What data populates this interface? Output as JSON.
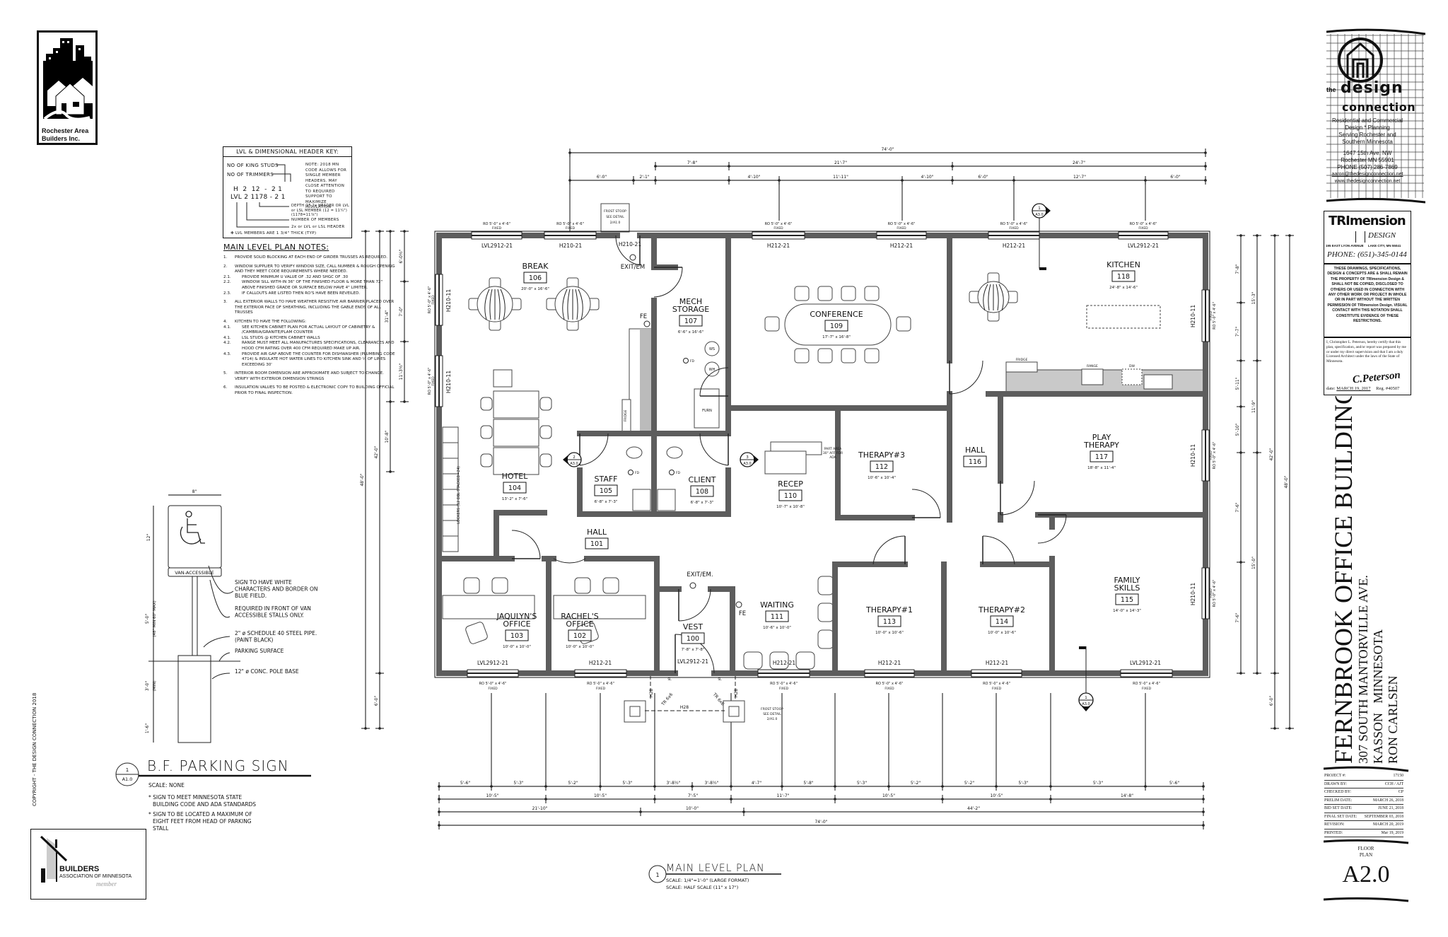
{
  "logos": {
    "rochester": "Rochester Area Builders Inc.",
    "builders_assoc": {
      "line1": "BUILDERS",
      "line2": "ASSOCIATION OF MINNESOTA",
      "line3": "member"
    },
    "copyright": "COPYRIGHT - THE DESIGN CONNECTION 2018"
  },
  "header_key": {
    "title": "LVL & DIMENSIONAL HEADER KEY:",
    "king_studs": "NO OF KING STUDS",
    "trimmers": "NO OF TRIMMERS",
    "example_h": "H  2  12  -  2 1",
    "example_lvl": "LVL 2 1178 - 2 1",
    "note": "NOTE: 2018 MN CODE ALLOWS FOR SINGLE MEMBER HEADERS. MAY CLOSE ATTENTION TO REQUIRED SUPPORT TO MAXIMIZE INSULATION",
    "depth": "DEPTH OF 2x HEADER OR LVL or LSL MEMBER (12 = 11¼\") (1178=11⅞\")",
    "members": "NUMBER OF MEMBERS",
    "type": "2x or LVL or LSL HEADER",
    "lvl_note": "✻ LVL MEMBERS ARE 1 3/4\" THICK (TYP)"
  },
  "plan_notes": {
    "title": "MAIN LEVEL PLAN NOTES:",
    "items": [
      {
        "n": "1.",
        "text": "PROVIDE SOLID BLOCKING AT EACH END OF GIRDER TRUSSES AS REQUIRED."
      },
      {
        "n": "2.",
        "text": "WINDOW SUPPLIER TO VERIFY WINDOW SIZE, CALL NUMBER & ROUGH OPENING AND THEY MEET CODE REQUIREMENTS WHERE NEEDED."
      },
      {
        "n": "2.1.",
        "text": "PROVIDE MINIMUM U VALUE OF .32 AND SHGC OF .30"
      },
      {
        "n": "2.2.",
        "text": "WINDOW SILL WITH-IN 36\" OF THE FINISHED FLOOR & MORE THAN 72\" ABOVE FINISHED GRADE OR SURFACE BELOW HAVE 4\" LIMITER."
      },
      {
        "n": "2.3.",
        "text": "IF CALLOUTS ARE LISTED THEN RO'S HAVE BEEN REVEILED."
      },
      {
        "n": "3.",
        "text": "ALL EXTERIOR WALLS TO HAVE WEATHER RESISTIVE AIR BARRIER PLACED OVER THE EXTERIOR FACE OF SHEATHING, INCLUDING THE GABLE ENDS OF ALL TRUSSES"
      },
      {
        "n": "4.",
        "text": "KITCHEN TO HAVE THE FOLLOWING:"
      },
      {
        "n": "4.1.",
        "text": "SEE KITCHEN CABINET PLAN FOR ACTUAL LAYOUT OF CABINETRY & /CAMBRIA/GRANITE/PLAM COUNTER"
      },
      {
        "n": "4.1.",
        "text": "LSL STUDS @ KITCHEN CABINET WALLS"
      },
      {
        "n": "4.2.",
        "text": "RANGE MUST MEET ALL MANUFACTURES SPECIFICATIONS, CLEARANCES AND HOOD CFM RATING OVER 400 CFM REQUIRED MAKE UP AIR."
      },
      {
        "n": "4.3.",
        "text": "PROVIDE AIR GAP ABOVE THE COUNTER FOR DISHWASHER (PLUMBING CODE 4714) & INSULATE HOT WATER LINES TO KITCHEN SINK AND ½ OF LINES EXCEEDING 30'"
      },
      {
        "n": "5.",
        "text": "INTERIOR ROOM DIMENSION ARE APPROXIMATE AND SUBJECT TO CHANGE. VERIFY WITH EXTERIOR DIMENSION STRINGS"
      },
      {
        "n": "6.",
        "text": "INSULATION VALUES TO BE POSTED & ELECTRONIC COPY TO BUILDING OFFICIAL PRIOR TO FINAL INSPECTION."
      }
    ]
  },
  "parking_sign": {
    "width_dim": "8\"",
    "sign_height_dim": "12\"",
    "pole_dim": "5'-0\"",
    "pole_dim_note": "(48\" MIN 60\" MAX)",
    "embed_dim": "3'-0\"",
    "embed_note": "(MIN)",
    "base_dim": "1'-6\"",
    "plaque": "VAN-ACCESSIBLE",
    "callouts": [
      "SIGN TO HAVE WHITE CHARACTERS AND BORDER ON BLUE FIELD.",
      "REQUIRED IN FRONT OF VAN ACCESSIBLE STALLS ONLY.",
      "2\" ø SCHEDULE 40 STEEL PIPE. (PAINT BLACK)",
      "PARKING SURFACE",
      "12\" ø CONC. POLE BASE"
    ],
    "title": "B.F. PARKING SIGN",
    "detail_num": "1",
    "detail_sheet": "A1.0",
    "scale": "SCALE: NONE",
    "notes": [
      "SIGN TO MEET MINNESOTA STATE BUILDING CODE AND ADA STANDARDS",
      "SIGN TO BE LOCATED A MAXIMUM OF EIGHT FEET FROM HEAD OF PARKING STALL"
    ]
  },
  "plan": {
    "title": "MAIN LEVEL PLAN",
    "detail_num": "1",
    "scale1": "SCALE:  1/4\"=1'-0\" (LARGE FORMAT)",
    "scale2": "SCALE:  HALF SCALE (11\" x 17\")",
    "rooms": [
      {
        "lines": [
          "BREAK"
        ],
        "num": "106",
        "size": "20'-0\" x 16'-6\""
      },
      {
        "lines": [
          "MECH",
          "STORAGE"
        ],
        "num": "107",
        "size": "6'-6\" x 16'-6\""
      },
      {
        "lines": [
          "HOTEL"
        ],
        "num": "104",
        "size": "13'-2\" x 7'-6\""
      },
      {
        "lines": [
          "STAFF"
        ],
        "num": "105",
        "size": "6'-8\" x 7'-3\""
      },
      {
        "lines": [
          "CLIENT"
        ],
        "num": "108",
        "size": "6'-8\" x 7'-3\""
      },
      {
        "lines": [
          "CONFERENCE"
        ],
        "num": "109",
        "size": "17'-7\" x 16'-8\""
      },
      {
        "lines": [
          "KITCHEN"
        ],
        "num": "118",
        "size": "24'-8\" x 14'-6\""
      },
      {
        "lines": [
          "RECEP"
        ],
        "num": "110",
        "size": "10'-7\" x 10'-8\""
      },
      {
        "lines": [
          "THERAPY#3"
        ],
        "num": "112",
        "size": "10'-6\" x 10'-4\""
      },
      {
        "lines": [
          "HALL"
        ],
        "num": "116",
        "size": ""
      },
      {
        "lines": [
          "PLAY",
          "THERAPY"
        ],
        "num": "117",
        "size": "18'-8\" x 11'-4\""
      },
      {
        "lines": [
          "HALL"
        ],
        "num": "101",
        "size": ""
      },
      {
        "lines": [
          "JAQULYN'S",
          "OFFICE"
        ],
        "num": "103",
        "size": "10'-0\" x 10'-0\""
      },
      {
        "lines": [
          "RACHEL'S",
          "OFFICE"
        ],
        "num": "102",
        "size": "10'-0\" x 10'-0\""
      },
      {
        "lines": [
          "VEST"
        ],
        "num": "100",
        "size": "7'-8\" x 7'-8\""
      },
      {
        "lines": [
          "WAITING"
        ],
        "num": "111",
        "size": "10'-6\" x 10'-0\""
      },
      {
        "lines": [
          "THERAPY#1"
        ],
        "num": "113",
        "size": "10'-0\" x 10'-6\""
      },
      {
        "lines": [
          "THERAPY#2"
        ],
        "num": "114",
        "size": "10'-0\" x 10'-6\""
      },
      {
        "lines": [
          "FAMILY",
          "SKILLS"
        ],
        "num": "115",
        "size": "14'-0\" x 14'-3\""
      }
    ],
    "headers": [
      "LVL2912-21",
      "H210-21",
      "H210-21",
      "H212-21",
      "H212-21",
      "H212-21",
      "LVL2912-21",
      "H210-11",
      "H210-11",
      "H210-11",
      "H210-11",
      "LVL2912-21",
      "H212-21",
      "LVL2912-21",
      "H212-21",
      "H212-21",
      "H212-21",
      "LVL2912-21",
      "H210-11"
    ],
    "window_ro": "RO 5'-0\" x 4'-6\"",
    "window_type": "FIXED",
    "labels": {
      "exit_top": "EXIT/EM",
      "exit_bottom": "EXIT/EM.",
      "fe": "FE",
      "fridge": "FRIDGE",
      "range": "RANGE",
      "dw": "DW",
      "furn": "FURN",
      "ws": "WS",
      "wh": "WH",
      "fd": "FD",
      "part_area": [
        "PART AREA",
        "30\" AFF FOR",
        "ADA"
      ],
      "lockers": "LOCKERS (12 DBL STACKED=24)",
      "frost_stoop": [
        "FROST STOOP",
        "SEE DETAIL",
        "2/A1.0"
      ],
      "h28": "H28",
      "tr": "TR 6x6",
      "sl": "SL"
    },
    "section_marks": [
      {
        "num": "1",
        "sheet": "A3.0"
      },
      {
        "num": "1",
        "sheet": "A3.0"
      },
      {
        "num": "2",
        "sheet": "A3.0"
      },
      {
        "num": "3",
        "sheet": "A3.0"
      }
    ],
    "dims": {
      "top": [
        [
          "74'-0\""
        ],
        [
          "7'-8\"",
          "21'-7\"",
          "24'-7\""
        ],
        [
          "6'-0\"",
          "2'-1\"",
          "4'-10\"",
          "11'-11\"",
          "4'-10\"",
          "6'-0\"",
          "12'-7\"",
          "6'-0\""
        ]
      ],
      "bottom": [
        [
          "5'-6\"",
          "5'-3\"",
          "5'-2\"",
          "5'-3\"",
          "3'-8½\"",
          "3'-8½\"",
          "4'-7\"",
          "5'-8\"",
          "5'-3\"",
          "5'-2\"",
          "5'-2\"",
          "5'-3\"",
          "5'-3\"",
          "5'-6\""
        ],
        [
          "10'-5\"",
          "10'-5\"",
          "7'-5\"",
          "11'-7\"",
          "10'-5\"",
          "10'-5\"",
          "14'-8\""
        ],
        [
          "21'-10\"",
          "10'-0\"",
          "44'-2\""
        ],
        [
          "74'-0\""
        ]
      ],
      "left": [
        [
          "48'-0\""
        ],
        [
          "42'-0\"",
          "6'-0\""
        ],
        [
          "31'-4\"",
          "10'-8\""
        ],
        [
          "6'-0½\"",
          "7'-0\"",
          "11'-3½\""
        ]
      ],
      "right": [
        [
          "7'-8\"",
          "7'-7\"",
          "5'-11\"",
          "5'-10\"",
          "7'-6\"",
          "7'-6\""
        ],
        [
          "15'-3\"",
          "11'-9\"",
          "15'-0\""
        ],
        [
          "42'-0\"",
          "6'-0\""
        ],
        [
          "48'-0\""
        ]
      ]
    }
  },
  "title_block": {
    "firm": {
      "the": "the",
      "design": "design",
      "connection": "connection",
      "tagline": [
        "Residential and Commercial",
        "Design  *  Planning",
        "Serving Rochester and",
        "Southern Minnesota"
      ],
      "address": [
        "1647 15th Ave. NW",
        "Rochester MN 55901",
        "PHONE (507) 286-7869"
      ],
      "email": "aaron@thedesignconnection.net",
      "web": "www.thedesignconnection.net"
    },
    "trimension": {
      "name": "TRImension",
      "sub": "DESIGN",
      "address": "195 EAST LYON AVENUE     LAKE CITY, MN 55041",
      "phone": "PHONE: (651)-345-0144"
    },
    "restriction": "THESE DRAWINGS, SPECIFICATIONS, DESIGN & CONCEPTS ARE & SHALL REMAIN THE PROPERTY OF TRImension Design & SHALL NOT BE COPIED, DISCLOSED TO OTHERS OR USED IN CONNECTION WITH ANY OTHER WORK OR PROJECT IN WHOLE OR IN PART WITHOUT THE WRITTEN PERMISSION OF TRImension Design. VISUAL CONTACT WITH THIS NOTATION SHALL CONSTITUTE EVIDENCE OF THESE RESTRICTIONS.",
    "certification": "I, Christopher L. Peterson, hereby certify that this plan, specification, and/or report was prepared by me or under my direct supervision and that I am a duly Licensed Architect under the laws of the State of Minnesota.",
    "signature": "C.Peterson",
    "date_label": "date:",
    "date": "MARCH 19, 2017",
    "reg": "Reg. #40507",
    "project_title": "FERNBROOK OFFICE BUILDING",
    "address": "307 SOUTH MANTORVILLE AVE.",
    "city": "KASSON",
    "state": "MINNESOTA",
    "client": "RON CARLSEN",
    "info": [
      {
        "label": "PROJECT #:",
        "value": "17150"
      },
      {
        "label": "DRAWN BY:",
        "value": "CCH / AJT"
      },
      {
        "label": "CHECKED BY:",
        "value": "CP"
      },
      {
        "label": "PRELIM DATE:",
        "value": "MARCH 26, 2018"
      },
      {
        "label": "BID SET DATE:",
        "value": "JUNE 21, 2018"
      },
      {
        "label": "FINAL SET DATE:",
        "value": "SEPTEMBER 03, 2018"
      },
      {
        "label": "REVISION:",
        "value": "MARCH 20, 2019"
      },
      {
        "label": "PRINTED:",
        "value": "Mar 19, 2019"
      }
    ],
    "sheet_desc": [
      "FLOOR",
      "PLAN"
    ],
    "sheet_num": "A2.0"
  },
  "colors": {
    "wall": "#5d5d5d",
    "ink": "#111111",
    "paper": "#ffffff"
  }
}
